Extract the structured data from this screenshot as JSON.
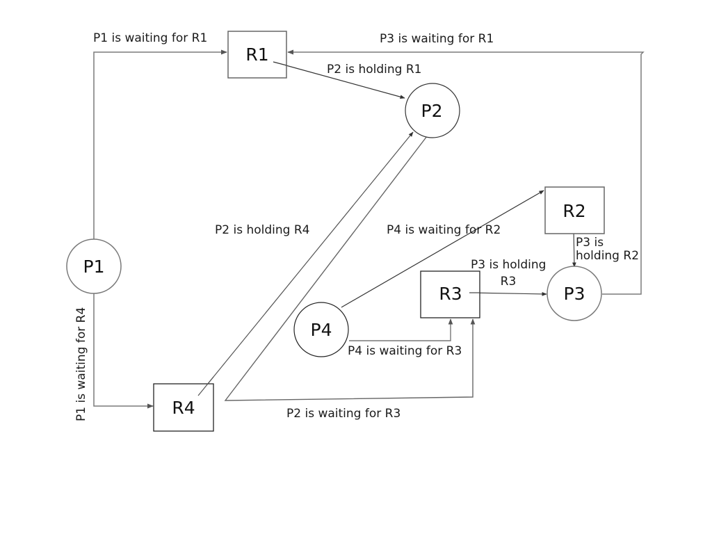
{
  "diagram": {
    "type": "resource-allocation-graph",
    "colors": {
      "node_border_dark": "#222222",
      "node_border_gray": "#777777",
      "edge_dark": "#333333",
      "edge_gray": "#7a7a7a",
      "text": "#1a1a1a"
    },
    "nodes": {
      "R1": {
        "kind": "resource",
        "label": "R1"
      },
      "R2": {
        "kind": "resource",
        "label": "R2"
      },
      "R3": {
        "kind": "resource",
        "label": "R3"
      },
      "R4": {
        "kind": "resource",
        "label": "R4"
      },
      "P1": {
        "kind": "process",
        "label": "P1"
      },
      "P2": {
        "kind": "process",
        "label": "P2"
      },
      "P3": {
        "kind": "process",
        "label": "P3"
      },
      "P4": {
        "kind": "process",
        "label": "P4"
      }
    },
    "edges": [
      {
        "id": "p1-r1",
        "from": "P1",
        "to": "R1",
        "relation": "waiting",
        "label": "P1 is waiting for R1"
      },
      {
        "id": "p3-r1",
        "from": "P3",
        "to": "R1",
        "relation": "waiting",
        "label": "P3 is waiting for R1"
      },
      {
        "id": "r1-p2",
        "from": "R1",
        "to": "P2",
        "relation": "holding",
        "label": "P2 is holding R1"
      },
      {
        "id": "r4-p2",
        "from": "R4",
        "to": "P2",
        "relation": "holding",
        "label": "P2 is holding R4"
      },
      {
        "id": "p4-r2",
        "from": "P4",
        "to": "R2",
        "relation": "waiting",
        "label": "P4 is waiting for R2"
      },
      {
        "id": "r2-p3",
        "from": "R2",
        "to": "P3",
        "relation": "holding",
        "label_lines": [
          "P3 is",
          "holding R2"
        ]
      },
      {
        "id": "r3-p3",
        "from": "R3",
        "to": "P3",
        "relation": "holding",
        "label_lines": [
          "P3 is holding",
          "R3"
        ]
      },
      {
        "id": "p4-r3",
        "from": "P4",
        "to": "R3",
        "relation": "waiting",
        "label": "P4 is waiting for R3"
      },
      {
        "id": "p2-r3",
        "from": "P2",
        "to": "R3",
        "relation": "waiting",
        "label": "P2 is waiting for R3"
      },
      {
        "id": "p1-r4",
        "from": "P1",
        "to": "R4",
        "relation": "waiting",
        "label": "P1 is waiting for R4"
      }
    ]
  }
}
